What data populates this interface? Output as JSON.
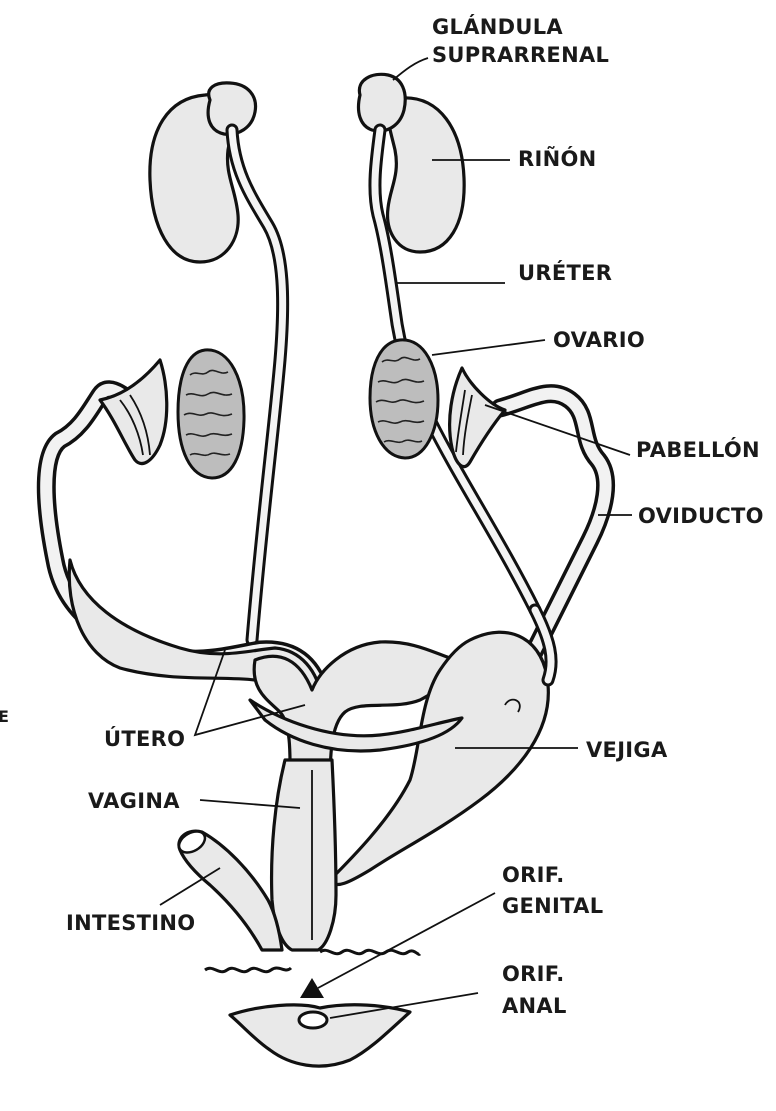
{
  "labels": {
    "glandula_line1": "GLÁNDULA",
    "glandula_line2": "SUPRARRENAL",
    "rinon": "RIÑÓN",
    "ureter": "URÉTER",
    "ovario": "OVARIO",
    "pabellon": "PABELLÓN",
    "oviducto": "OVIDUCTO",
    "utero": "ÚTERO",
    "vejiga": "VEJIGA",
    "vagina": "VAGINA",
    "intestino": "INTESTINO",
    "orif_genital_line1": "ORIF.",
    "orif_genital_line2": "GENITAL",
    "orif_anal_line1": "ORIF.",
    "orif_anal_line2": "ANAL",
    "margin_mark": "E"
  }
}
